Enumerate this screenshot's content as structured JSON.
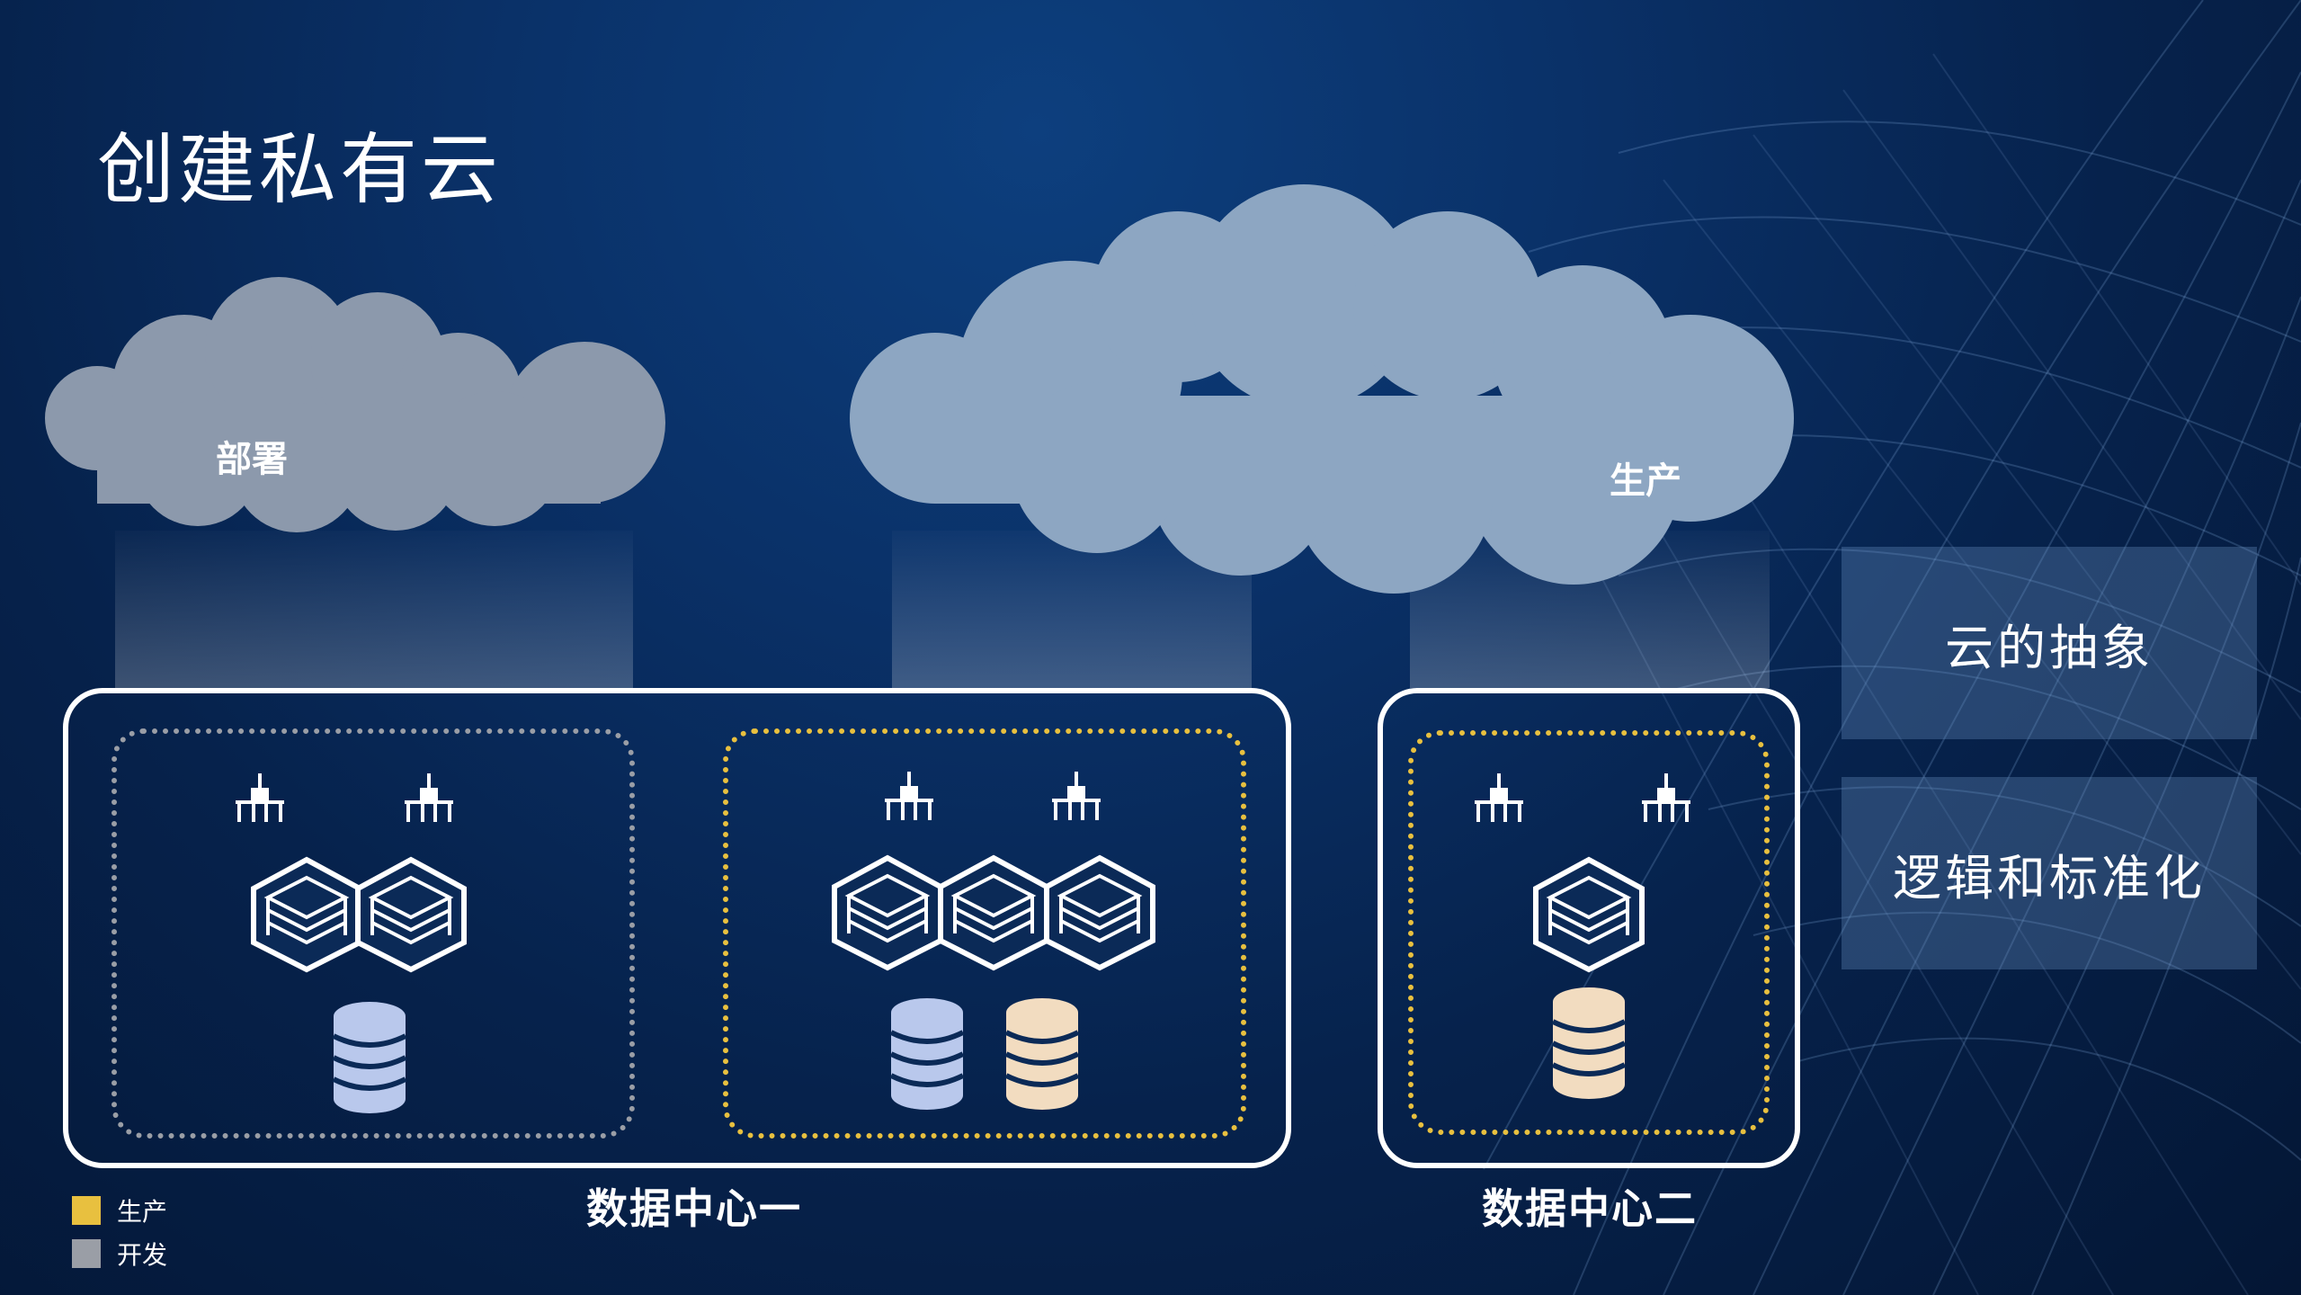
{
  "title": "创建私有云",
  "clouds": {
    "dev_label": "部署",
    "prod_label": "生产"
  },
  "panels": {
    "abstraction": "云的抽象",
    "standardization": "逻辑和标准化"
  },
  "datacenters": {
    "dc1_label": "数据中心一",
    "dc2_label": "数据中心二"
  },
  "legend": {
    "items": [
      {
        "label": "生产",
        "color": "#e8c03f"
      },
      {
        "label": "开发",
        "color": "#9a9ea6"
      }
    ]
  },
  "colors": {
    "server_fill": "#0b2a57",
    "db_blue": "#b9c8ec",
    "db_beige": "#f2dcc0",
    "prod_zone": "#e8c03f",
    "dev_zone": "#9a9ea6"
  }
}
